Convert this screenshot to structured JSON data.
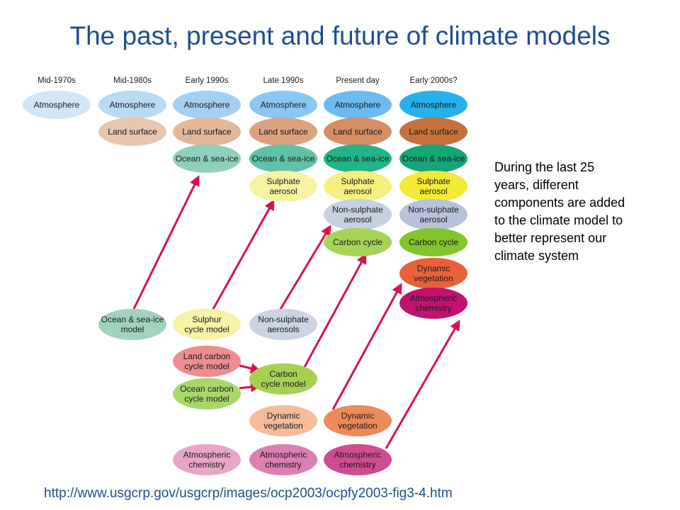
{
  "title": "The past, present and future of climate models",
  "eras": [
    "Mid-1970s",
    "Mid-1980s",
    "Early 1990s",
    "Late 1990s",
    "Present day",
    "Early 2000s?"
  ],
  "model_components": [
    {
      "label": "Atmosphere",
      "columns": [
        0,
        1,
        2,
        3,
        4,
        5
      ],
      "colors": [
        "#d2e6f7",
        "#b8dbf4",
        "#a2d0f3",
        "#8cc6f2",
        "#6cbaf0",
        "#27b1ec"
      ]
    },
    {
      "label": "Land surface",
      "columns": [
        1,
        2,
        3,
        4,
        5
      ],
      "colors": [
        "#e7c6ad",
        "#e2b697",
        "#dca27f",
        "#d58d65",
        "#c8703b"
      ]
    },
    {
      "label": "Ocean & sea-ice",
      "columns": [
        2,
        3,
        4,
        5
      ],
      "colors": [
        "#8fd0bd",
        "#5fc2a6",
        "#22b389",
        "#14a678"
      ]
    },
    {
      "label": "Sulphate\naerosol",
      "columns": [
        3,
        4,
        5
      ],
      "colors": [
        "#f8f3a4",
        "#f7f07e",
        "#f2ea35"
      ]
    },
    {
      "label": "Non-sulphate\naerosol",
      "columns": [
        4,
        5
      ],
      "colors": [
        "#c7d0e1",
        "#b7c2da"
      ]
    },
    {
      "label": "Carbon cycle",
      "columns": [
        4,
        5
      ],
      "colors": [
        "#a6d456",
        "#82c42c"
      ]
    },
    {
      "label": "Dynamic\nvegetation",
      "columns": [
        5
      ],
      "colors": [
        "#e9603a"
      ]
    },
    {
      "label": "Atmospheric\nchemistry",
      "columns": [
        5
      ],
      "colors": [
        "#c2116f"
      ]
    }
  ],
  "developing_components": [
    {
      "label": "Ocean & sea-ice\nmodel",
      "column": 1,
      "row": "upper",
      "color": "#9fd3bd",
      "target": "Ocean & sea-ice"
    },
    {
      "label": "Sulphur\ncycle model",
      "column": 2,
      "row": "upper",
      "color": "#f8f2a6",
      "target": "Sulphate aerosol"
    },
    {
      "label": "Non-sulphate\naerosols",
      "column": 3,
      "row": "upper",
      "color": "#ccd3e3",
      "target": "Non-sulphate aerosol"
    },
    {
      "label": "Land carbon\ncycle model",
      "column": 2,
      "row": "land-carbon",
      "color": "#ef8c90",
      "target": "Carbon cycle model"
    },
    {
      "label": "Ocean carbon\ncycle model",
      "column": 2,
      "row": "ocean-carbon",
      "color": "#a7d86a",
      "target": "Carbon cycle model"
    },
    {
      "label": "Carbon\ncycle model",
      "column": 3,
      "row": "carbon-merge",
      "color": "#a5d052",
      "target": "Carbon cycle"
    },
    {
      "label": "Dynamic\nvegetation",
      "column": 3,
      "row": "vegetation",
      "color": "#f6bb9a",
      "target": ""
    },
    {
      "label": "Dynamic\nvegetation",
      "column": 4,
      "row": "vegetation",
      "color": "#ec8a59",
      "target": "Dynamic vegetation"
    },
    {
      "label": "Atmospheric\nchemistry",
      "column": 2,
      "row": "chemistry",
      "color": "#e7a6c8",
      "target": ""
    },
    {
      "label": "Atmospheric\nchemistry",
      "column": 3,
      "row": "chemistry",
      "color": "#dd7fb2",
      "target": ""
    },
    {
      "label": "Atmospheric\nchemistry",
      "column": 4,
      "row": "chemistry",
      "color": "#cf4c91",
      "target": "Atmospheric chemistry"
    }
  ],
  "arrow_color": "#d8124f",
  "side_text": "During the last 25\nyears, different\ncomponents are added\nto the climate model to\nbetter represent our\nclimate system",
  "source_url": "http://www.usgcrp.gov/usgcrp/images/ocp2003/ocpfy2003-fig3-4.htm"
}
